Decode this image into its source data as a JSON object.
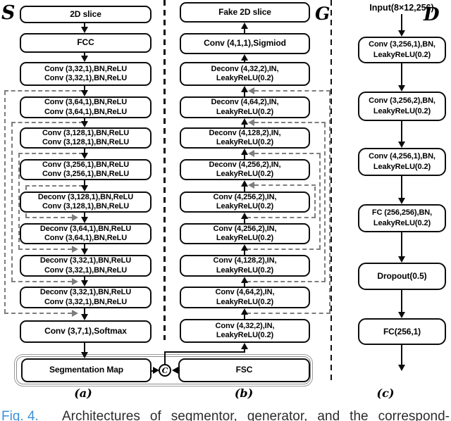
{
  "colors": {
    "accent_blue": "#3d8fd6",
    "line_black": "#0d0d0d",
    "skip_gray": "#7e7e7e"
  },
  "labels": {
    "segmentor": "S",
    "generator": "G",
    "discriminator": "D",
    "panel_a": "(a)",
    "panel_b": "(b)",
    "panel_c": "(c)",
    "concat": "C"
  },
  "segmentor": {
    "blocks": [
      {
        "lines": [
          "2D slice"
        ]
      },
      {
        "lines": [
          "FCC"
        ]
      },
      {
        "lines": [
          "Conv (3,32,1),BN,ReLU",
          "Conv (3,32,1),BN,ReLU"
        ]
      },
      {
        "lines": [
          "Conv (3,64,1),BN,ReLU",
          "Conv (3,64,1),BN,ReLU"
        ]
      },
      {
        "lines": [
          "Conv (3,128,1),BN,ReLU",
          "Conv (3,128,1),BN,ReLU"
        ]
      },
      {
        "lines": [
          "Conv (3,256,1),BN,ReLU",
          "Conv (3,256,1),BN,ReLU"
        ]
      },
      {
        "lines": [
          "Deconv (3,128,1),BN,ReLU",
          "Conv (3,128,1),BN,ReLU"
        ]
      },
      {
        "lines": [
          "Deconv (3,64,1),BN,ReLU",
          "Conv (3,64,1),BN,ReLU"
        ]
      },
      {
        "lines": [
          "Deconv (3,32,1),BN,ReLU",
          "Conv (3,32,1),BN,ReLU"
        ]
      },
      {
        "lines": [
          "Deconv (3,32,1),BN,ReLU",
          "Conv (3,32,1),BN,ReLU"
        ]
      },
      {
        "lines": [
          "Conv (3,7,1),Softmax"
        ]
      }
    ],
    "output": "Segmentation Map"
  },
  "generator": {
    "blocks": [
      {
        "lines": [
          "Fake 2D slice"
        ]
      },
      {
        "lines": [
          "Conv (4,1,1),Sigmiod"
        ]
      },
      {
        "lines": [
          "Deconv (4,32,2),IN,",
          "LeakyReLU(0.2)"
        ]
      },
      {
        "lines": [
          "Deconv (4,64,2),IN,",
          "LeakyReLU(0.2)"
        ]
      },
      {
        "lines": [
          "Deconv (4,128,2),IN,",
          "LeakyReLU(0.2)"
        ]
      },
      {
        "lines": [
          "Deconv (4,256,2),IN,",
          "LeakyReLU(0.2)"
        ]
      },
      {
        "lines": [
          "Conv (4,256,2),IN,",
          "LeakyReLU(0.2)"
        ]
      },
      {
        "lines": [
          "Conv (4,256,2),IN,",
          "LeakyReLU(0.2)"
        ]
      },
      {
        "lines": [
          "Conv (4,128,2),IN,",
          "LeakyReLU(0.2)"
        ]
      },
      {
        "lines": [
          "Conv (4,64,2),IN,",
          "LeakyReLU(0.2)"
        ]
      },
      {
        "lines": [
          "Conv (4,32,2),IN,",
          "LeakyReLU(0.2)"
        ]
      }
    ],
    "input_box": "FSC"
  },
  "discriminator": {
    "input": "Input(8×12,256)",
    "blocks": [
      {
        "lines": [
          "Conv (3,256,1),BN,",
          "LeakyReLU(0.2)"
        ]
      },
      {
        "lines": [
          "Conv (3,256,2),BN,",
          "LeakyReLU(0.2)"
        ]
      },
      {
        "lines": [
          "Conv (4,256,1),BN,",
          "LeakyReLU(0.2)"
        ]
      },
      {
        "lines": [
          "FC (256,256),BN,",
          "LeakyReLU(0.2)"
        ]
      },
      {
        "lines": [
          "Dropout(0.5)"
        ]
      },
      {
        "lines": [
          "FC(256,1)"
        ]
      }
    ]
  },
  "caption": {
    "label": "Fig. 4.",
    "text": "Architectures of segmentor, generator, and the correspond-"
  }
}
